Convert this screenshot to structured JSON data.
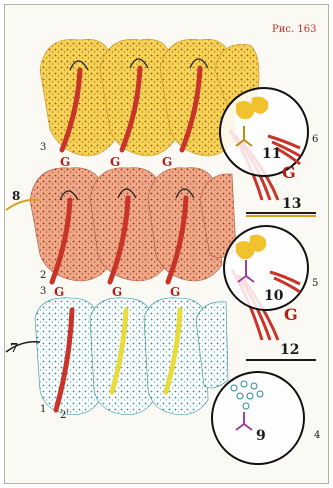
{
  "figure": {
    "caption": "Рис. 163",
    "accent": "#c22a20"
  },
  "labels": {
    "side_8": "8",
    "side_7": "7",
    "num_3_top": "3",
    "num_3_mid": "3",
    "num_2": "2",
    "num_1": "1",
    "num_2prime": "2'",
    "circle_6": "6",
    "circle_5": "5",
    "circle_4": "4",
    "circle_11": "11",
    "circle_10": "10",
    "circle_9": "9",
    "bar_13": "13",
    "bar_12": "12"
  },
  "glyphs": {
    "G": "G",
    "G_inside_top": "G",
    "G_inside_mid": "G"
  },
  "colors": {
    "yellow_layer": "#f2c12e",
    "orange_layer": "#e0805a",
    "cyan_layer": "#5fb9c8",
    "muscle_red": "#c8342a",
    "yellow_fiber": "#e8dc3a",
    "branch_purple": "#a0409a"
  }
}
